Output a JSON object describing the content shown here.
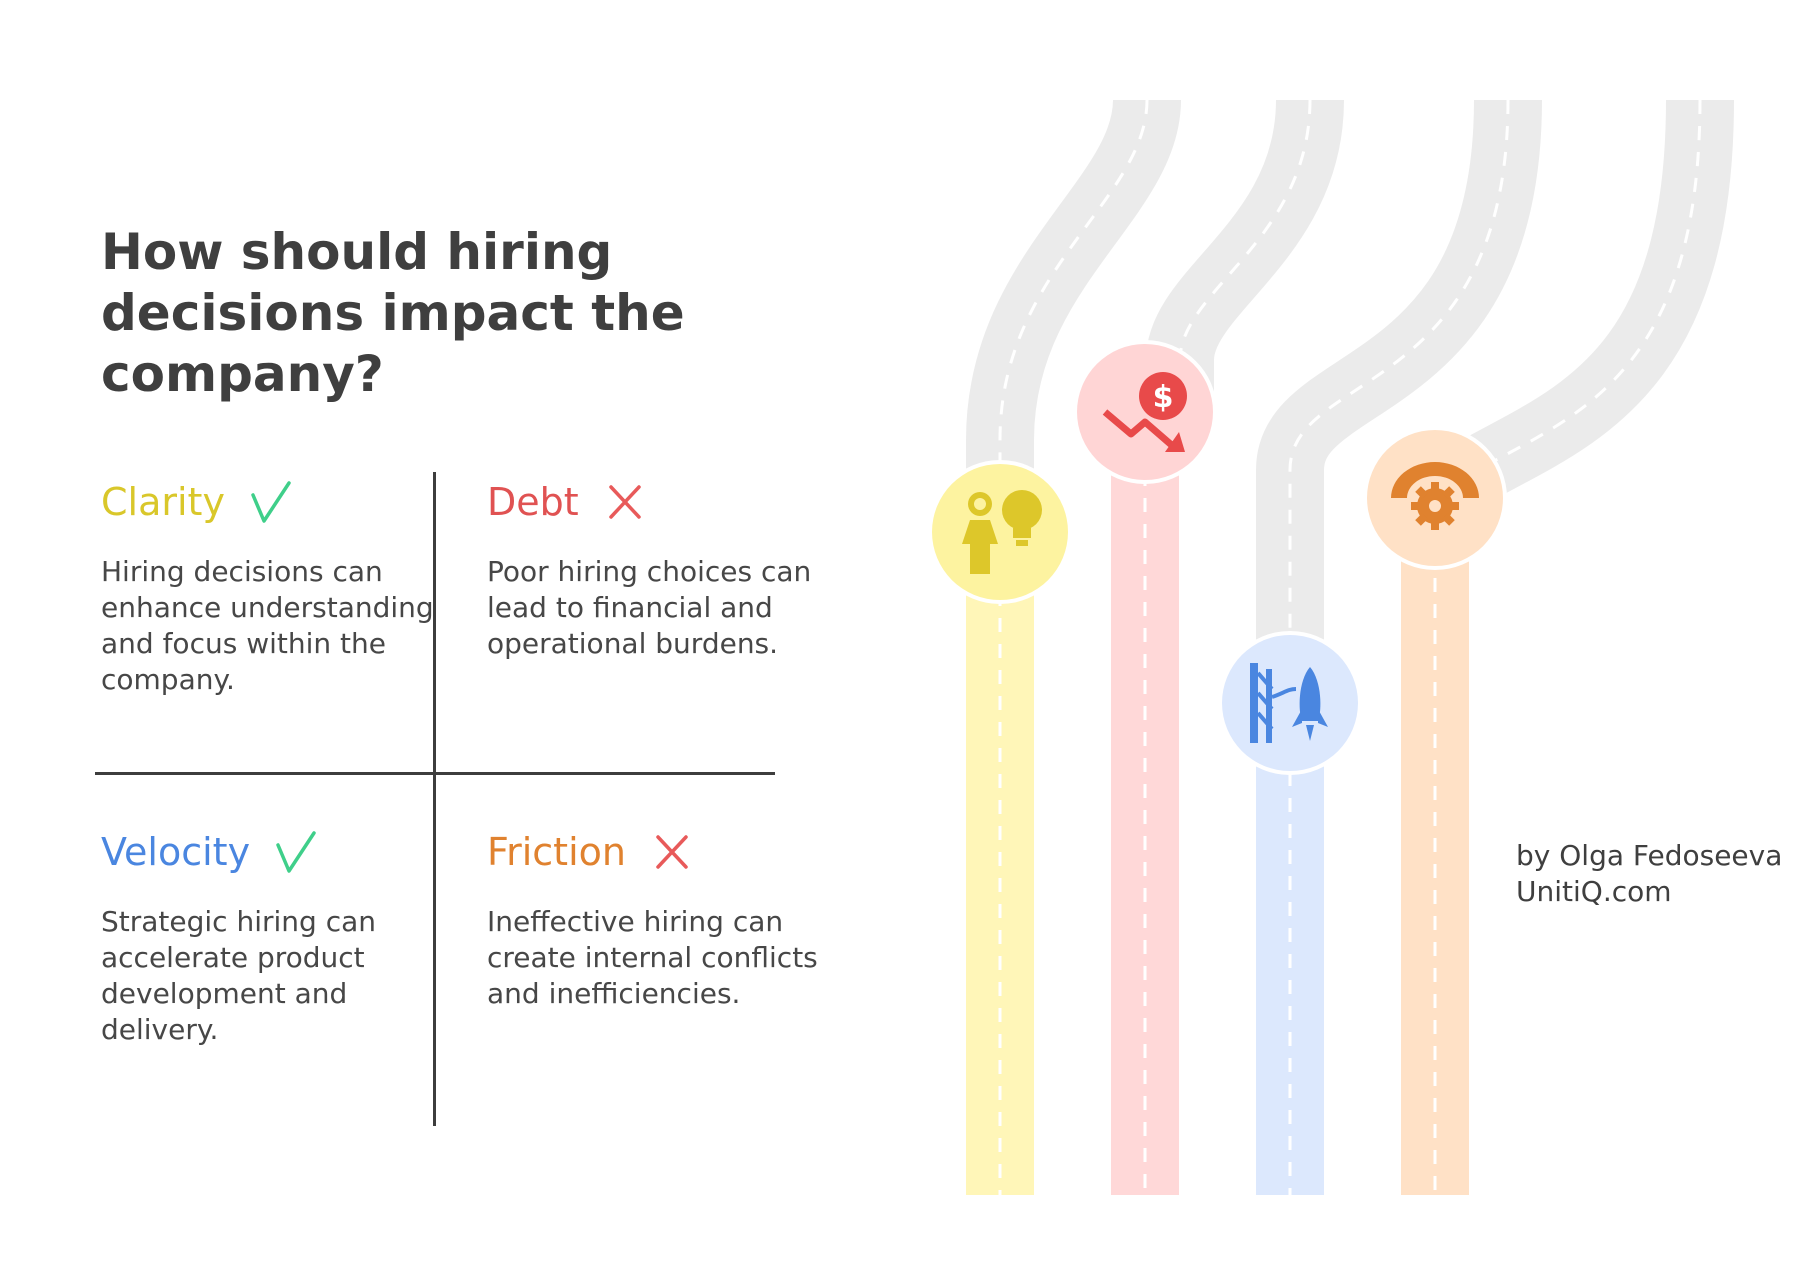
{
  "title": "How should hiring decisions impact the company?",
  "quadrants": [
    {
      "title": "Clarity",
      "mark": "check",
      "mark_icon": "check-icon",
      "color": "#d9c72a",
      "body": "Hiring decisions can enhance understanding and focus within the company."
    },
    {
      "title": "Debt",
      "mark": "cross",
      "mark_icon": "cross-icon",
      "color": "#e05252",
      "body": "Poor hiring choices can lead to financial and operational burdens."
    },
    {
      "title": "Velocity",
      "mark": "check",
      "mark_icon": "check-icon",
      "color": "#4a86e0",
      "body": "Strategic hiring can accelerate product development and delivery."
    },
    {
      "title": "Friction",
      "mark": "cross",
      "mark_icon": "cross-icon",
      "color": "#e0822f",
      "body": "Ineffective hiring can create internal conflicts and inefficiencies."
    }
  ],
  "colors": {
    "check": "#3fcf8a",
    "cross": "#e85a5a",
    "road_gray": "#ebebeb",
    "yellow_road": "#fff6b8",
    "yellow_circle": "#fdf3a0",
    "yellow_icon": "#ddc72a",
    "red_road": "#ffd8d8",
    "red_circle": "#ffd5d5",
    "red_icon": "#e84a4a",
    "blue_road": "#dce8fd",
    "blue_circle": "#dce8fd",
    "blue_icon": "#4a86e0",
    "orange_road": "#ffe1c6",
    "orange_circle": "#ffe1c6",
    "orange_icon": "#e0822f"
  },
  "icons": [
    "person-lightbulb-icon",
    "dollar-down-trend-icon",
    "rocket-launch-tower-icon",
    "gear-half-circle-icon"
  ],
  "byline": {
    "line1": "by Olga Fedoseeva",
    "line2": "UnitiQ.com"
  }
}
